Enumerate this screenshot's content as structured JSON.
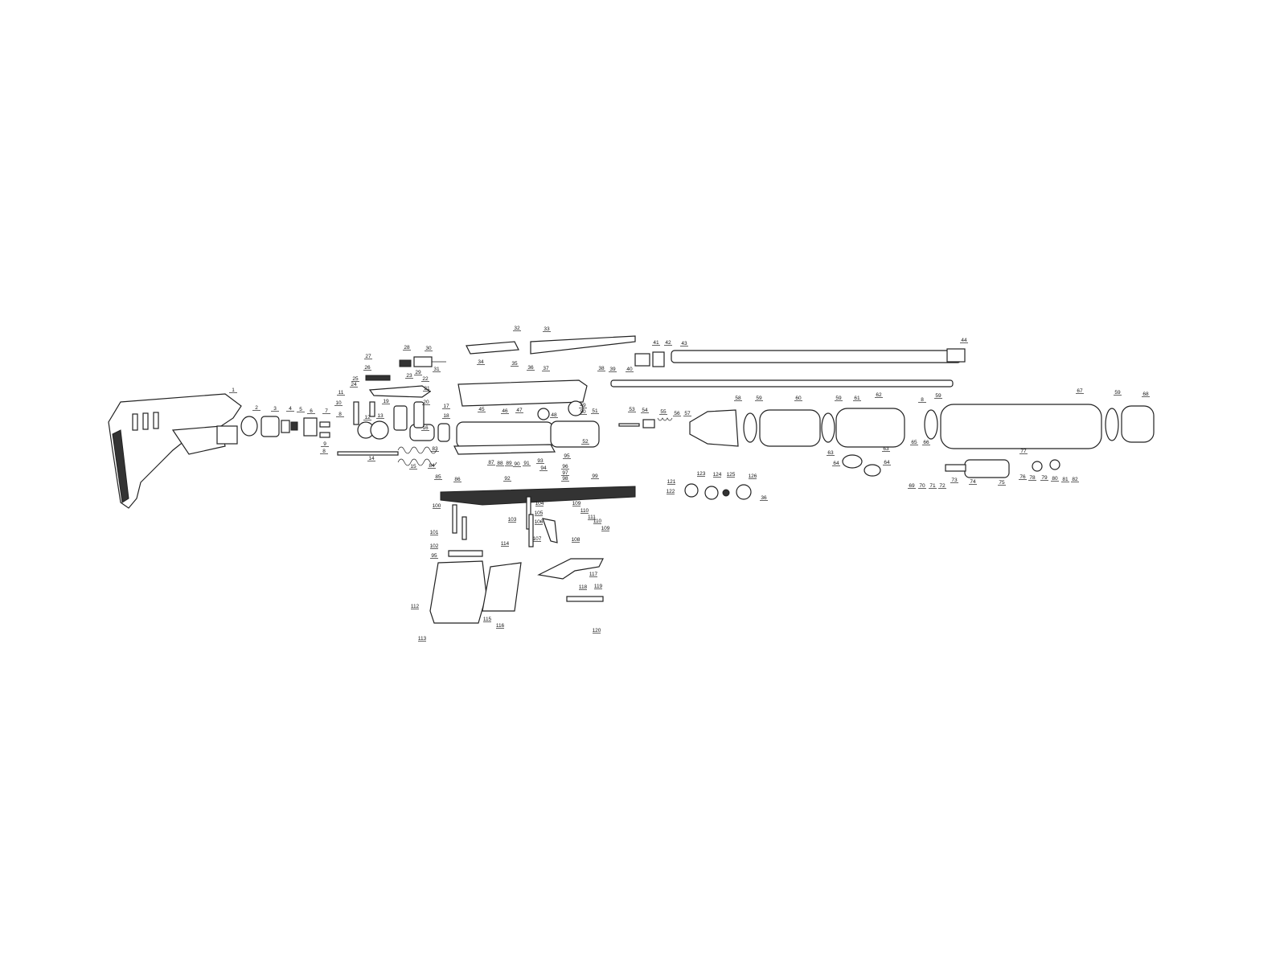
{
  "diagram": {
    "type": "exploded-parts-diagram",
    "part_labels": [
      "1",
      "2",
      "3",
      "4",
      "5",
      "6",
      "7",
      "8",
      "9",
      "8",
      "10",
      "11",
      "12",
      "13",
      "14",
      "15",
      "16",
      "17",
      "18",
      "19",
      "20",
      "21",
      "22",
      "23",
      "24",
      "25",
      "26",
      "27",
      "28",
      "29",
      "30",
      "31",
      "32",
      "33",
      "34",
      "35",
      "36",
      "37",
      "38",
      "39",
      "40",
      "41",
      "42",
      "43",
      "44",
      "45",
      "46",
      "47",
      "48",
      "49",
      "50",
      "51",
      "52",
      "53",
      "54",
      "55",
      "56",
      "57",
      "58",
      "59",
      "60",
      "59",
      "61",
      "62",
      "8",
      "59",
      "65",
      "66",
      "67",
      "59",
      "68",
      "63",
      "63",
      "64",
      "64",
      "69",
      "70",
      "71",
      "72",
      "73",
      "74",
      "75",
      "76",
      "77",
      "78",
      "79",
      "80",
      "81",
      "82",
      "83",
      "84",
      "85",
      "86",
      "87",
      "88",
      "89",
      "90",
      "91",
      "92",
      "93",
      "94",
      "95",
      "96",
      "97",
      "98",
      "99",
      "100",
      "101",
      "102",
      "95",
      "103",
      "104",
      "105",
      "106",
      "107",
      "108",
      "109",
      "110",
      "111",
      "110",
      "109",
      "112",
      "113",
      "114",
      "115",
      "116",
      "117",
      "118",
      "119",
      "120",
      "121",
      "122",
      "123",
      "124",
      "125",
      "126",
      "36"
    ]
  }
}
